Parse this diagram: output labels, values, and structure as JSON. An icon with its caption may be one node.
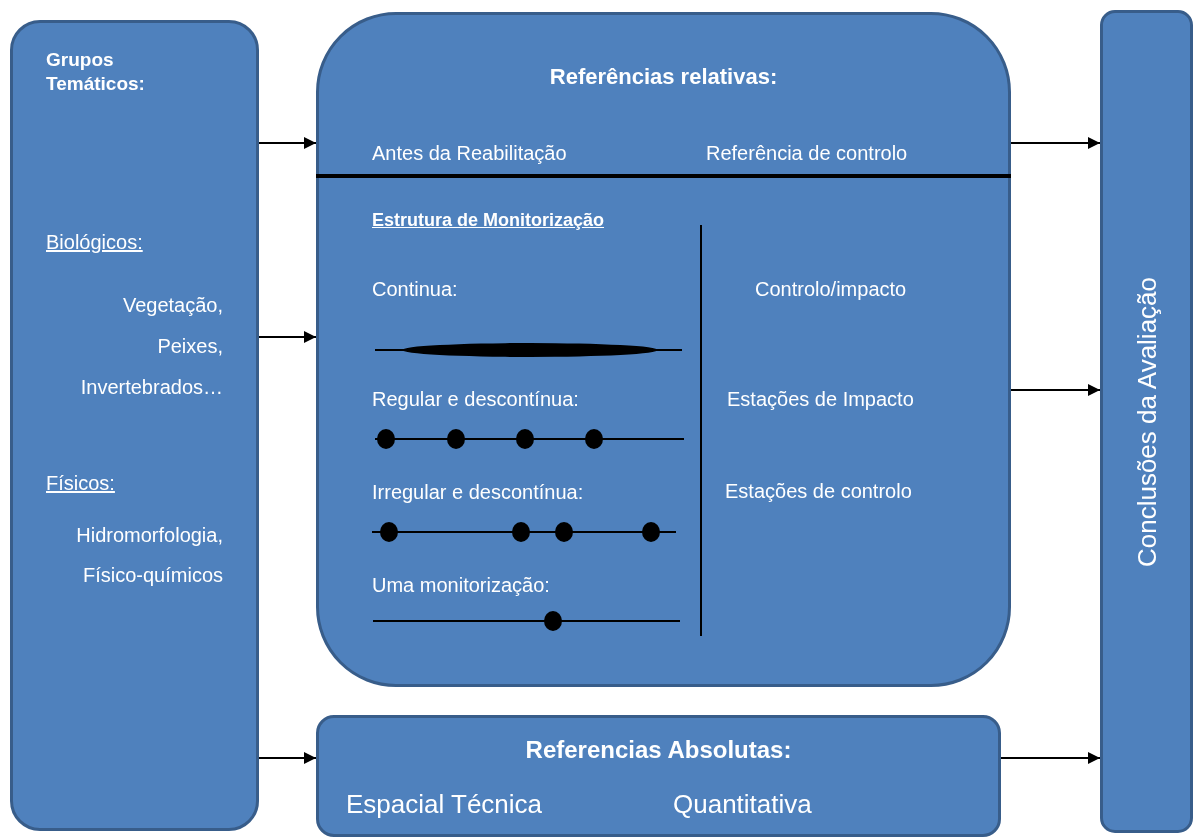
{
  "diagram": {
    "nodes": [
      {
        "text": [
          "Grupos Temáticos:",
          "Biológicos:",
          "Vegetação, Peixes, Invertebrados…",
          "Físicos:",
          "Hidromorfologia, Físico-químicos"
        ]
      },
      {
        "text": [
          "Referências relativas:",
          "Antes da Reabilitação",
          "Referência de controlo",
          "Estrutura de Monitorização",
          "Continua:",
          "Regular e descontínua:",
          "Irregular e descontínua:",
          "Uma monitorização:",
          "Controlo/impacto",
          "Estações de Impacto",
          "Estações de controlo"
        ]
      },
      {
        "text": [
          "Referencias Absolutas:",
          "Espacial Técnica",
          "Quantitativa"
        ]
      },
      {
        "text": [
          "Conclusões da Avaliação"
        ]
      }
    ],
    "edges": [
      {
        "from": 0,
        "to": 1,
        "arrow": "to"
      },
      {
        "from": 0,
        "to": 1,
        "arrow": "to"
      },
      {
        "from": 0,
        "to": 2,
        "arrow": "to"
      },
      {
        "from": 1,
        "to": 3,
        "arrow": "to"
      },
      {
        "from": 1,
        "to": 3,
        "arrow": "to"
      },
      {
        "from": 2,
        "to": 3,
        "arrow": "to"
      }
    ]
  }
}
